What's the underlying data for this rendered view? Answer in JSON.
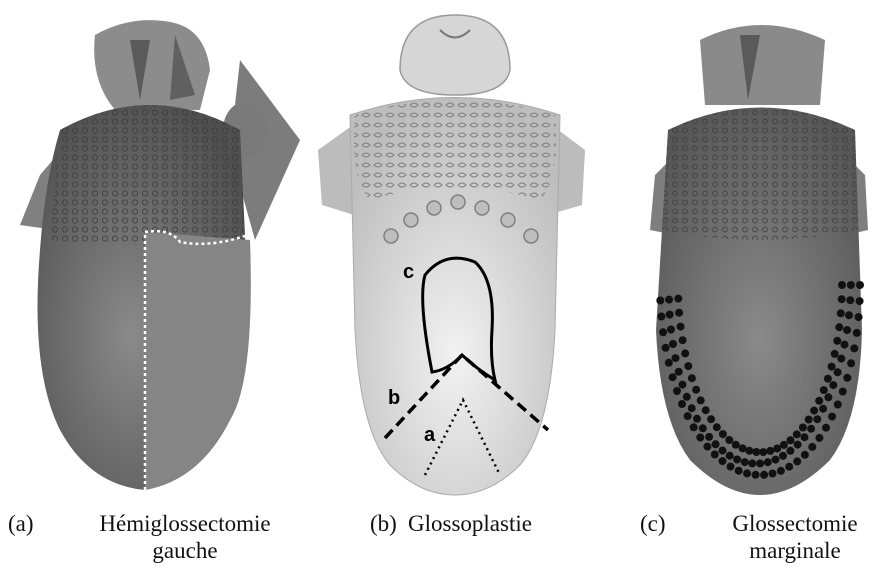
{
  "panels": [
    {
      "letter": "(a)",
      "caption_line1": "Hémiglossectomie",
      "caption_line2": "gauche"
    },
    {
      "letter": "(b)",
      "caption_line1": "Glossoplastie",
      "caption_line2": ""
    },
    {
      "letter": "(c)",
      "caption_line1": "Glossectomie",
      "caption_line2": "marginale"
    }
  ],
  "markers": {
    "a": "a",
    "b": "b",
    "c": "c"
  },
  "colors": {
    "tongue_dark": "#6a6a6a",
    "tongue_light": "#d4d4d4",
    "resected_area": "#858585",
    "dots": "#111111",
    "outline": "#000000"
  }
}
